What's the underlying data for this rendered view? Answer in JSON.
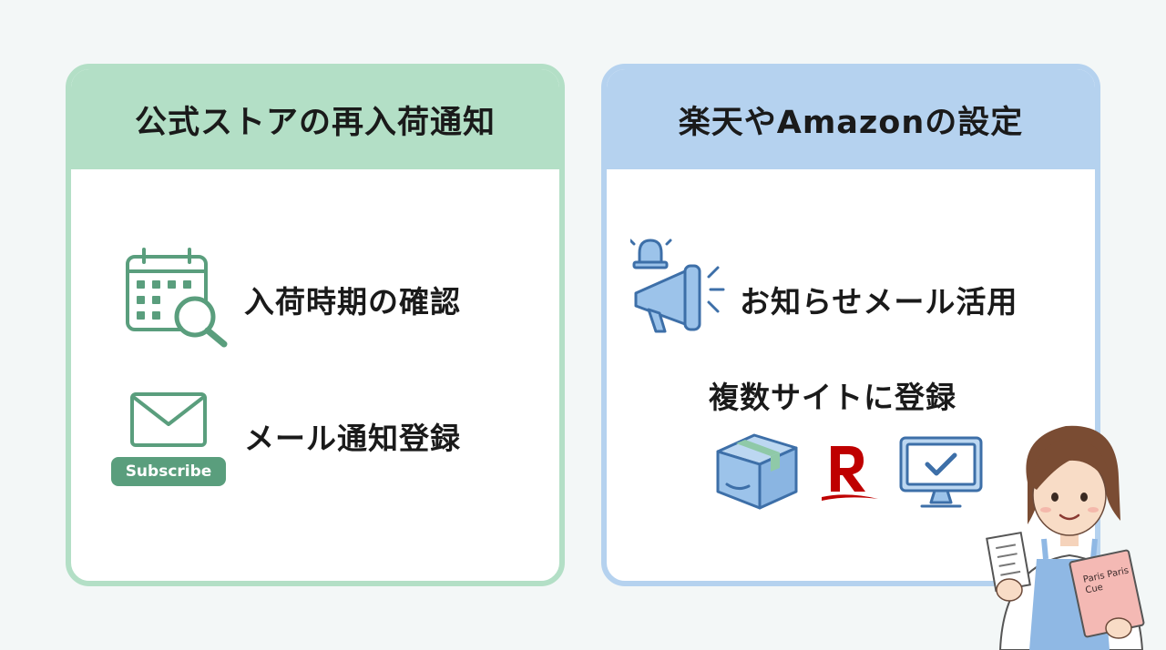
{
  "left_panel": {
    "title": "公式ストアの再入荷通知",
    "items": [
      {
        "label": "入荷時期の確認",
        "icon": "calendar-search-icon"
      },
      {
        "label": "メール通知登録",
        "icon": "envelope-subscribe-icon",
        "button": "Subscribe"
      }
    ],
    "accent": "#b3dfc6"
  },
  "right_panel": {
    "title": "楽天やAmazonの設定",
    "items": [
      {
        "label": "お知らせメール活用",
        "icon": "megaphone-alert-icon"
      },
      {
        "label": "複数サイトに登録",
        "icons": [
          "package-box-icon",
          "rakuten-r-icon",
          "monitor-check-icon"
        ]
      }
    ],
    "accent": "#b5d2ef"
  },
  "illustration": {
    "book_text": "Paris Paris Cue",
    "icon": "woman-with-receipt-and-book"
  }
}
